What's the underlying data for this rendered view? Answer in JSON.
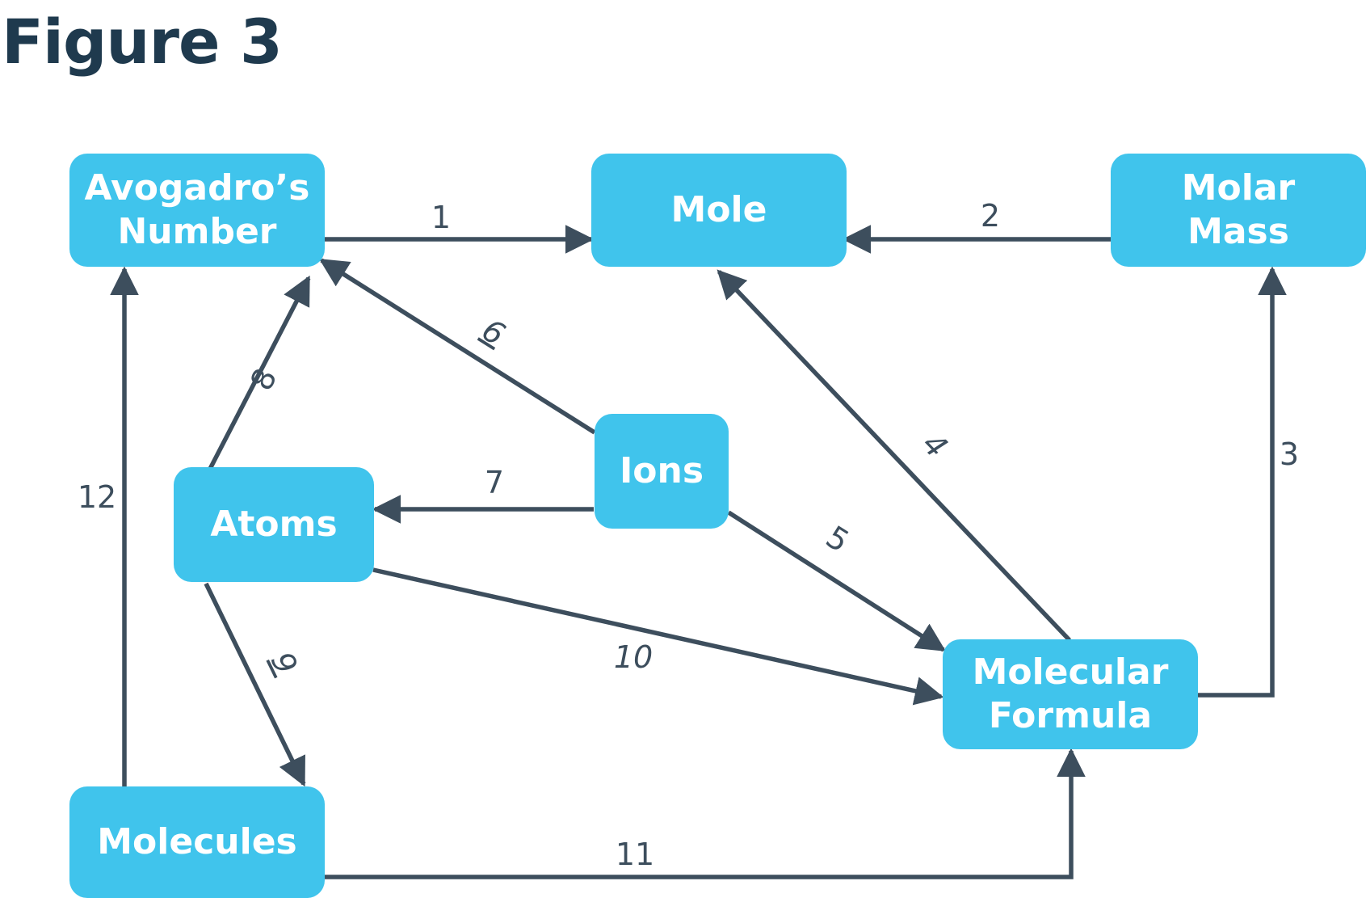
{
  "title": "Figure 3",
  "colors": {
    "node_fill": "#40c4ec",
    "node_text": "#ffffff",
    "edge": "#3d4e5d",
    "title": "#1f3a4e"
  },
  "nodes": {
    "avogadro": "Avogadro’s\nNumber",
    "mole": "Mole",
    "molar_mass": "Molar\nMass",
    "ions": "Ions",
    "atoms": "Atoms",
    "molecular_formula": "Molecular\nFormula",
    "molecules": "Molecules"
  },
  "edges": [
    {
      "label": "1",
      "from": "Avogadro’s Number",
      "to": "Mole"
    },
    {
      "label": "2",
      "from": "Molar Mass",
      "to": "Mole"
    },
    {
      "label": "3",
      "from": "Molecular Formula",
      "to": "Molar Mass"
    },
    {
      "label": "4",
      "from": "Molecular Formula",
      "to": "Mole"
    },
    {
      "label": "5",
      "from": "Ions",
      "to": "Molecular Formula"
    },
    {
      "label": "6",
      "from": "Ions",
      "to": "Avogadro’s Number"
    },
    {
      "label": "7",
      "from": "Ions",
      "to": "Atoms"
    },
    {
      "label": "8",
      "from": "Atoms",
      "to": "Avogadro’s Number"
    },
    {
      "label": "9",
      "from": "Atoms",
      "to": "Molecules"
    },
    {
      "label": "10",
      "from": "Atoms",
      "to": "Molecular Formula"
    },
    {
      "label": "11",
      "from": "Molecules",
      "to": "Molecular Formula"
    },
    {
      "label": "12",
      "from": "Molecules",
      "to": "Avogadro’s Number"
    }
  ]
}
